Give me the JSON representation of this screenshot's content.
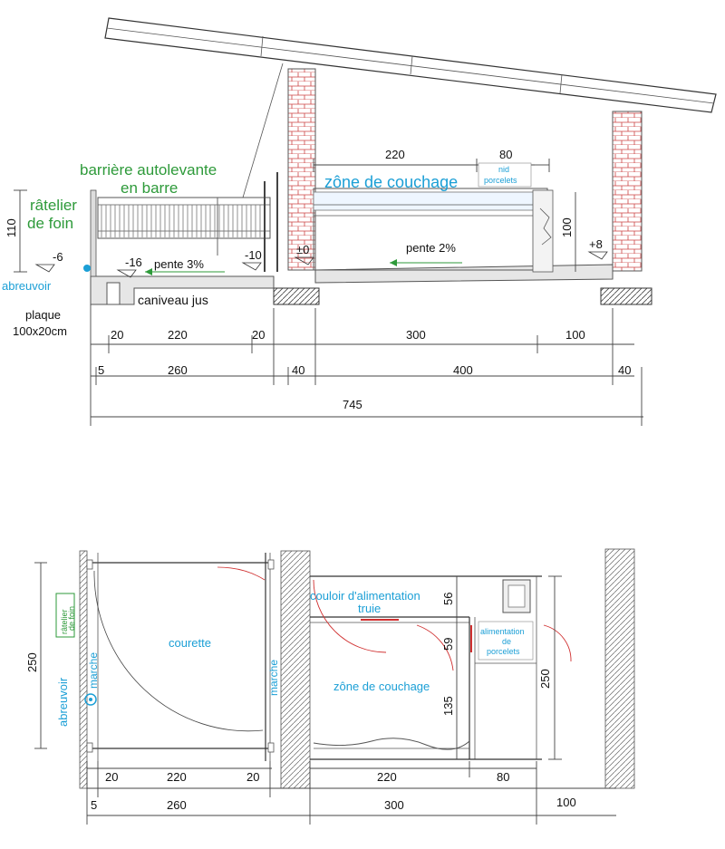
{
  "section": {
    "labels": {
      "barrier": [
        "barrière autolevante",
        "en barre"
      ],
      "hay_rack": [
        "râtelier",
        "de foin"
      ],
      "sleeping_zone": "zône de couchage",
      "piglet_nest": [
        "nid",
        "porcelets"
      ],
      "waterer": "abreuvoir",
      "juice_gutter": "caniveau jus",
      "plate": [
        "plaque",
        "100x20cm"
      ],
      "slope_left": "pente 3%",
      "slope_right": "pente 2%"
    },
    "levels": {
      "minus6": "-6",
      "minus16": "-16",
      "minus10": "-10",
      "zero": "±0",
      "plus8": "+8"
    },
    "dims": {
      "height_110": "110",
      "top_220": "220",
      "top_80": "80",
      "height_100": "100",
      "row1": [
        "20",
        "220",
        "20",
        "300",
        "100"
      ],
      "row2": [
        "5",
        "260",
        "40",
        "400",
        "40"
      ],
      "total": "745"
    }
  },
  "plan": {
    "labels": {
      "hay_rack": [
        "râtelier",
        "de foin"
      ],
      "step_left": "marche",
      "yard": "courette",
      "step_right": "marche",
      "waterer": "abreuvoir",
      "sow_corridor": [
        "couloir d'alimentation",
        "truie"
      ],
      "piglet_feeding": [
        "alimentation",
        "de",
        "porcelets"
      ],
      "sleeping_zone": "zône de couchage"
    },
    "dims": {
      "height_250_left": "250",
      "d56": "56",
      "d59": "59",
      "d135": "135",
      "height_250_right": "250",
      "row1": [
        "20",
        "220",
        "20",
        "220",
        "80"
      ],
      "row2": [
        "5",
        "260",
        "300",
        "100"
      ]
    }
  }
}
